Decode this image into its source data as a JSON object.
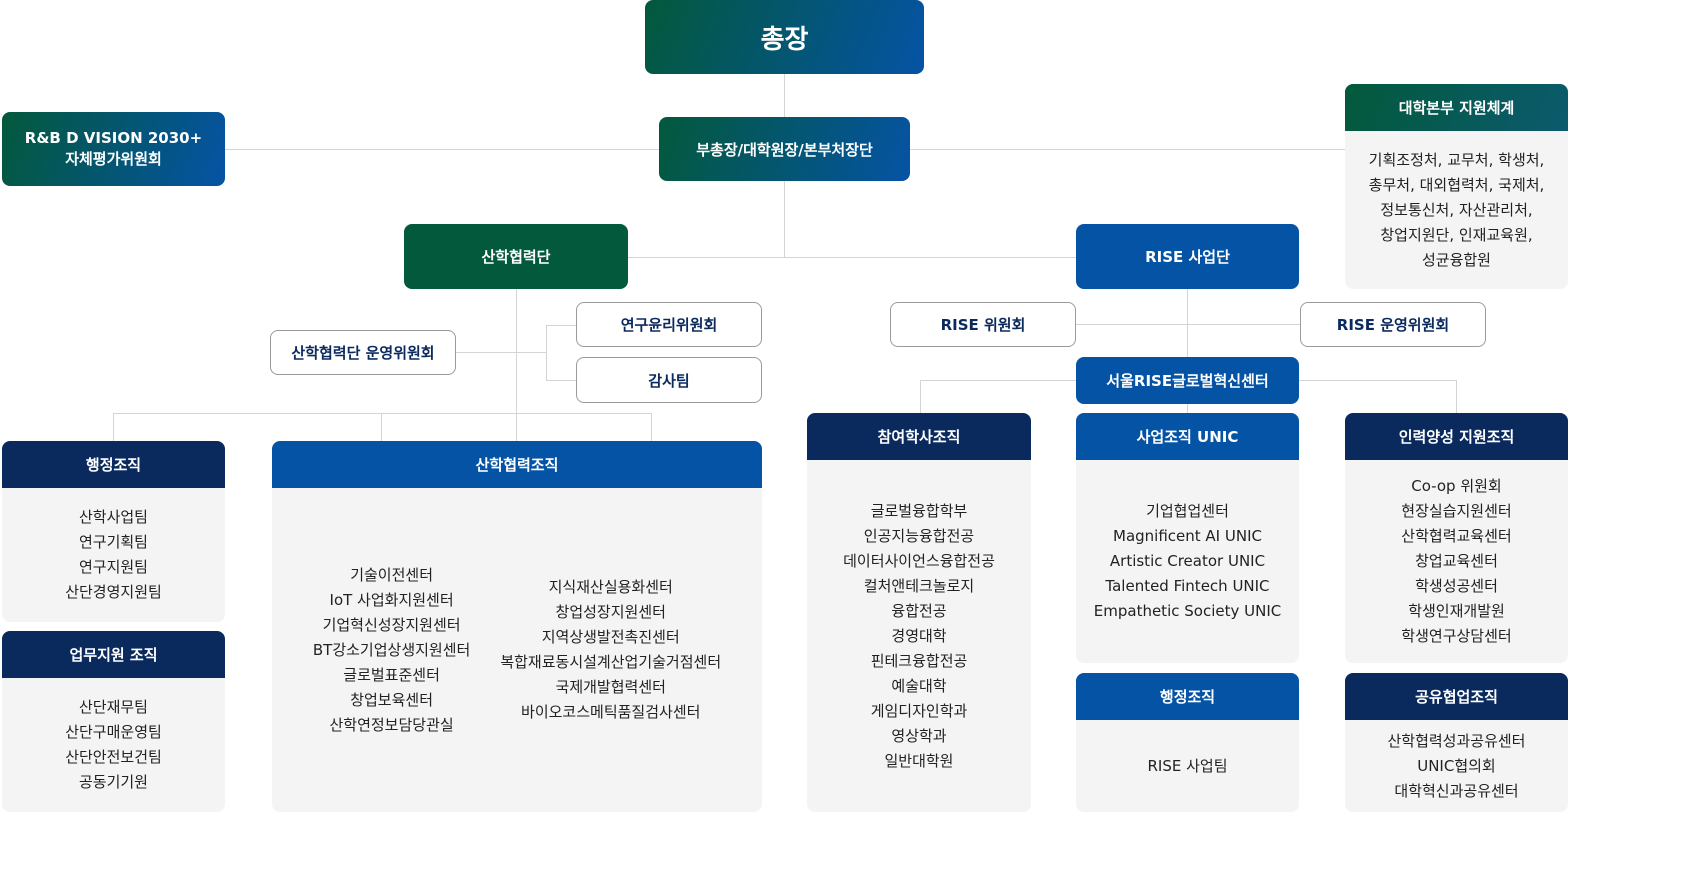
{
  "president": "총장",
  "vice": "부총장/대학원장/본부처장단",
  "rbd": {
    "line1": "R&B D VISION 2030+",
    "line2": "자체평가위원회"
  },
  "hq": {
    "title": "대학본부 지원체계",
    "items": [
      "기획조정처, 교무처, 학생처,",
      "총무처, 대외협력처, 국제처,",
      "정보통신처, 자산관리처,",
      "창업지원단, 인재교육원,",
      "성균융합원"
    ]
  },
  "iucf": "산학협력단",
  "rise": "RISE 사업단",
  "ethics": "연구윤리위원회",
  "audit": "감사팀",
  "iucf_committee": "산학협력단 운영위원회",
  "rise_committee": "RISE 위원회",
  "rise_op_committee": "RISE 운영위원회",
  "seoul_rise": "서울RISE글로벌혁신센터",
  "admin_left": {
    "title": "행정조직",
    "items": [
      "산학사업팀",
      "연구기획팀",
      "연구지원팀",
      "산단경영지원팀"
    ]
  },
  "support": {
    "title": "업무지원 조직",
    "items": [
      "산단재무팀",
      "산단구매운영팀",
      "산단안전보건팀",
      "공동기기원"
    ]
  },
  "iuc_org": {
    "title": "산학협력조직",
    "col1": [
      "기술이전센터",
      "IoT 사업화지원센터",
      "기업혁신성장지원센터",
      "BT강소기업상생지원센터",
      "글로벌표준센터",
      "창업보육센터",
      "산학연정보담당관실"
    ],
    "col2": [
      "지식재산실용화센터",
      "창업성장지원센터",
      "지역상생발전촉진센터",
      "복합재료동시설계산업기술거점센터",
      "국제개발협력센터",
      "바이오코스메틱품질검사센터"
    ]
  },
  "academic": {
    "title": "참여학사조직",
    "items": [
      "글로벌융합학부",
      "인공지능융합전공",
      "데이터사이언스융합전공",
      "컬처앤테크놀로지",
      "융합전공",
      "경영대학",
      "핀테크융합전공",
      "예술대학",
      "게임디자인학과",
      "영상학과",
      "일반대학원"
    ]
  },
  "unic": {
    "title": "사업조직 UNIC",
    "items": [
      "기업협업센터",
      "Magnificent AI UNIC",
      "Artistic Creator UNIC",
      "Talented Fintech UNIC",
      "Empathetic Society UNIC"
    ]
  },
  "talent": {
    "title": "인력양성 지원조직",
    "items": [
      "Co-op 위원회",
      "현장실습지원센터",
      "산학협력교육센터",
      "창업교육센터",
      "학생성공센터",
      "학생인재개발원",
      "학생연구상담센터"
    ]
  },
  "admin_rise": {
    "title": "행정조직",
    "items": [
      "RISE 사업팀"
    ]
  },
  "shared": {
    "title": "공유협업조직",
    "items": [
      "산학협력성과공유센터",
      "UNIC협의회",
      "대학혁신과공유센터"
    ]
  }
}
